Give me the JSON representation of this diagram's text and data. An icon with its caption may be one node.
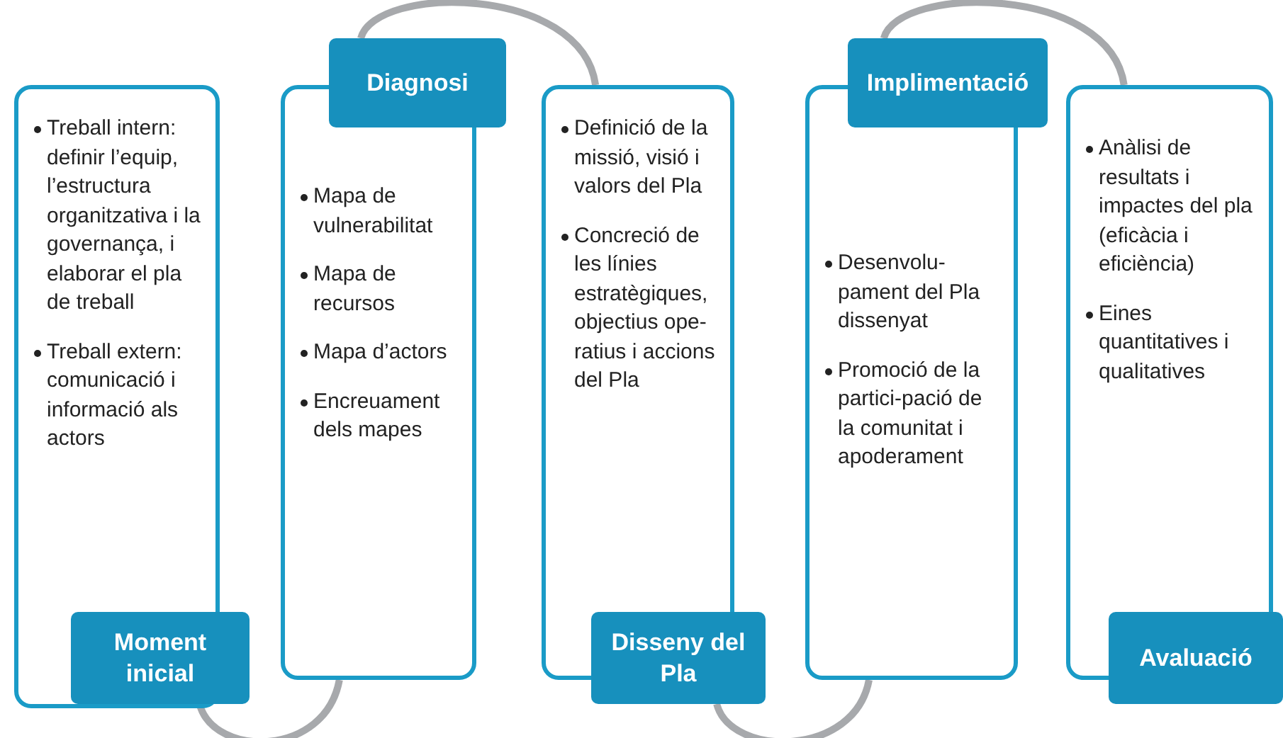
{
  "diagram": {
    "nodes": [
      {
        "text": [
          "Treball intern: definir l’equip, l’estructura organitzativa i la governança, i elaborar el pla de treball",
          "Treball extern: comunicació i informació als actors"
        ]
      },
      {
        "text": [
          "Moment inicial"
        ]
      },
      {
        "text": [
          "Diagnosi"
        ]
      },
      {
        "text": [
          "Mapa de vulnerabilitat",
          "Mapa de recursos",
          "Mapa d’actors",
          "Encreuament dels mapes"
        ]
      },
      {
        "text": [
          "Definició de la missió, visió i valors del Pla",
          "Concreció de les línies estratègiques, objectius ope-ratius i accions del Pla"
        ]
      },
      {
        "text": [
          "Disseny del Pla"
        ]
      },
      {
        "text": [
          "Implimentació"
        ]
      },
      {
        "text": [
          "Desenvolu-pament del Pla dissenyat",
          "Promoció de la partici-pació de la comunitat i apoderament"
        ]
      },
      {
        "text": [
          "Anàlisi de resultats i impactes del pla (eficàcia i eficiència)",
          "Eines quantitatives i qualitatives"
        ]
      },
      {
        "text": [
          "Avaluació"
        ]
      }
    ],
    "edges": [
      {
        "from": 1,
        "to": 3,
        "arrow": "none"
      },
      {
        "from": 2,
        "to": 4,
        "arrow": "none"
      },
      {
        "from": 5,
        "to": 7,
        "arrow": "none"
      },
      {
        "from": 6,
        "to": 8,
        "arrow": "none"
      }
    ]
  }
}
